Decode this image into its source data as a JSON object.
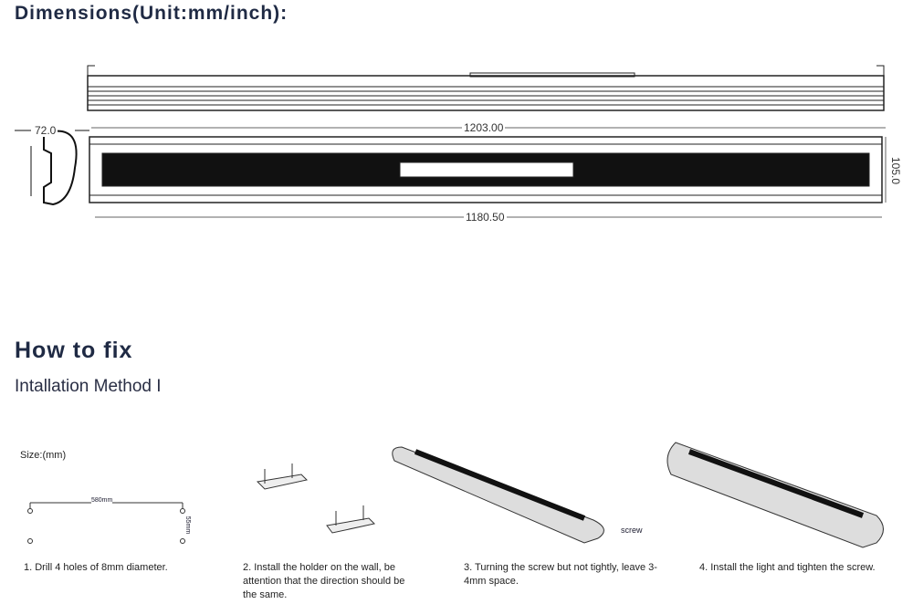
{
  "dimensions": {
    "title": "Dimensions(Unit:mm/inch):",
    "width_end": "72.0",
    "length_total": "1203.00",
    "length_body": "1180.50",
    "height": "105.0"
  },
  "how_to_fix": {
    "title": "How to fix",
    "method": "Intallation Method I",
    "size_label": "Size:(mm)",
    "hole_spacing": "580mm",
    "hole_vertical": "55mm",
    "screw_label": "screw",
    "steps": [
      "1. Drill 4 holes of 8mm diameter.",
      "2. Install the holder on the wall, be attention that the direction should be the same.",
      "3. Turning the screw but not tightly, leave 3-4mm space.",
      "4. Install the light and tighten the screw."
    ]
  }
}
